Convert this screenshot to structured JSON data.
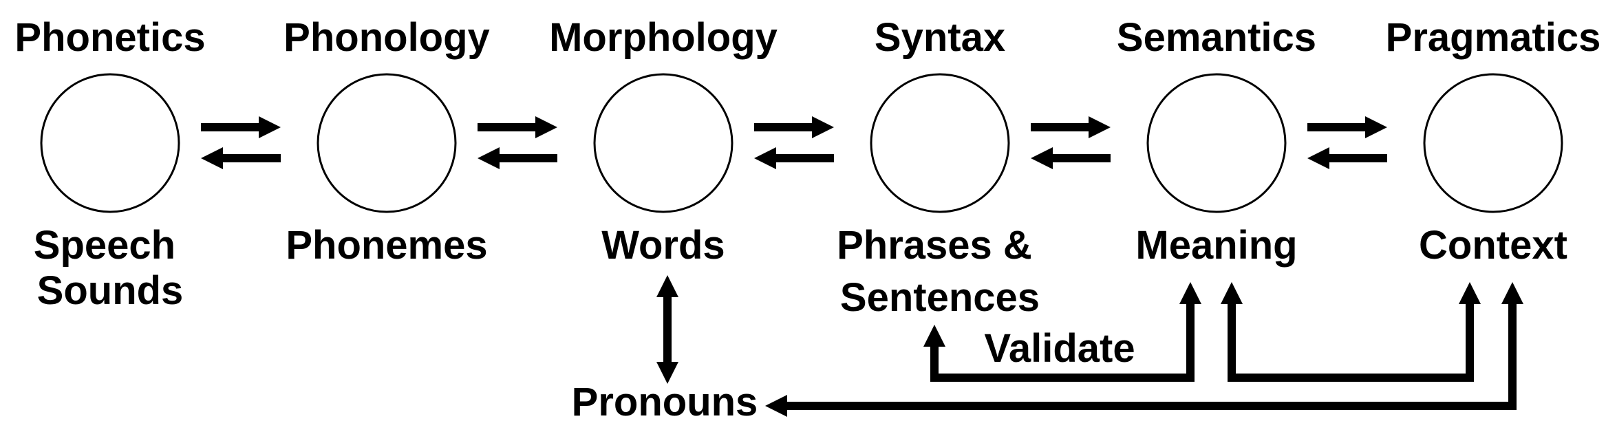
{
  "levels": [
    {
      "name": "Phonetics",
      "unit_lines": [
        "Speech",
        "Sounds"
      ]
    },
    {
      "name": "Phonology",
      "unit_lines": [
        "Phonemes"
      ]
    },
    {
      "name": "Morphology",
      "unit_lines": [
        "Words"
      ]
    },
    {
      "name": "Syntax",
      "unit_lines": [
        "Phrases &",
        "Sentences"
      ]
    },
    {
      "name": "Semantics",
      "unit_lines": [
        "Meaning"
      ]
    },
    {
      "name": "Pragmatics",
      "unit_lines": [
        "Context"
      ]
    }
  ],
  "extra_nodes": {
    "pronouns": "Pronouns"
  },
  "edge_labels": {
    "validate": "Validate"
  },
  "colors": {
    "ink": "#000000",
    "background": "#ffffff"
  }
}
